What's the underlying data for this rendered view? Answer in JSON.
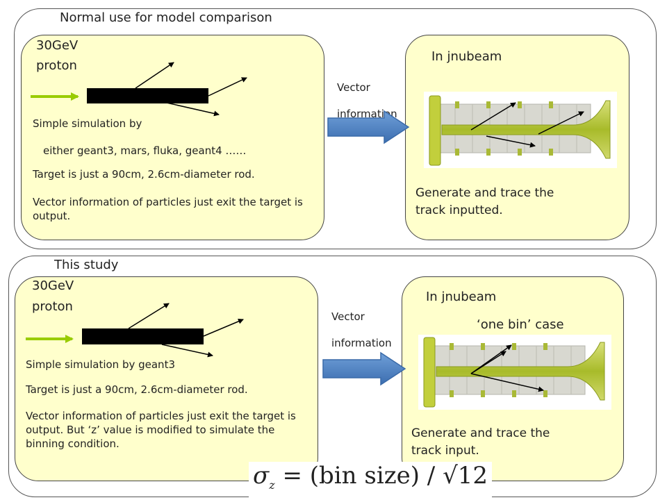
{
  "top": {
    "title": "Normal use for model comparison",
    "left": {
      "beam": [
        "30GeV",
        "proton"
      ],
      "line1": "Simple simulation by",
      "line2": "either geant3, mars, fluka, geant4 ……",
      "line3": "Target is just a 90cm, 2.6cm-diameter rod.",
      "line4": "Vector information of particles just exit the target is output."
    },
    "arrow_label": [
      "Vector",
      "information"
    ],
    "right": {
      "title": "In jnubeam",
      "caption": "Generate and trace the track inputted."
    }
  },
  "bottom": {
    "title": "This study",
    "left": {
      "beam": [
        "30GeV",
        "proton"
      ],
      "line1": "Simple simulation by geant3",
      "line2": "Target is just a 90cm, 2.6cm-diameter rod.",
      "line3": "Vector information of particles just exit the target is output. But ‘z’ value is modified to simulate the binning condition."
    },
    "arrow_label": [
      "Vector",
      "information"
    ],
    "right": {
      "title": "In jnubeam",
      "subtitle": "‘one bin’ case",
      "caption": "Generate and trace the track input."
    }
  },
  "formula": {
    "sigma": "σ",
    "sub": "z",
    "rhs": "= (bin size) / √12"
  },
  "colors": {
    "panel_fill": "#ffffcc",
    "beam_arrow": "#99cc00",
    "block_arrow": "#4f81bd",
    "target_rod": "#000000",
    "horn_green": "#b5c832"
  }
}
